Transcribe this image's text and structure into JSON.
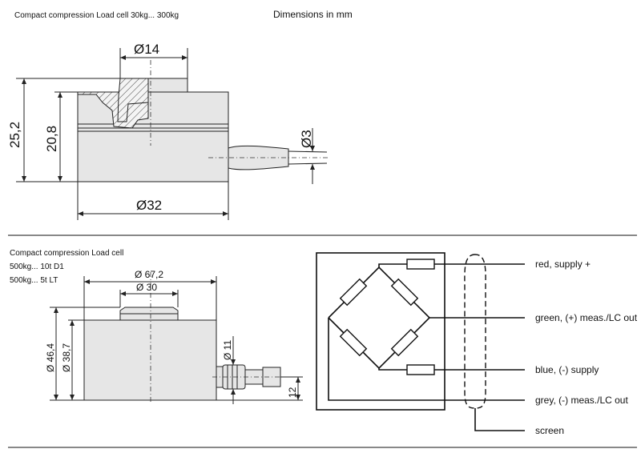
{
  "top": {
    "title": "Compact compression Load cell 30kg... 300kg",
    "dims_note": "Dimensions in mm",
    "dim_d14": "Ø14",
    "dim_d3": "Ø3",
    "dim_d32": "Ø32",
    "dim_h252": "25,2",
    "dim_h208": "20,8"
  },
  "bottom": {
    "title": "Compact compression Load cell",
    "range1": "500kg... 10t D1",
    "range2": "500kg... 5t LT",
    "dim_d672": "Ø 67,2",
    "dim_d30": "Ø 30",
    "dim_d464": "Ø 46,4",
    "dim_d387": "Ø 38,7",
    "dim_d11": "Ø 11",
    "dim_12": "12"
  },
  "wiring": {
    "red": "red, supply +",
    "green": "green, (+) meas./LC out",
    "blue": "blue, (-) supply",
    "grey": "grey, (-) meas./LC out",
    "screen": "screen"
  }
}
